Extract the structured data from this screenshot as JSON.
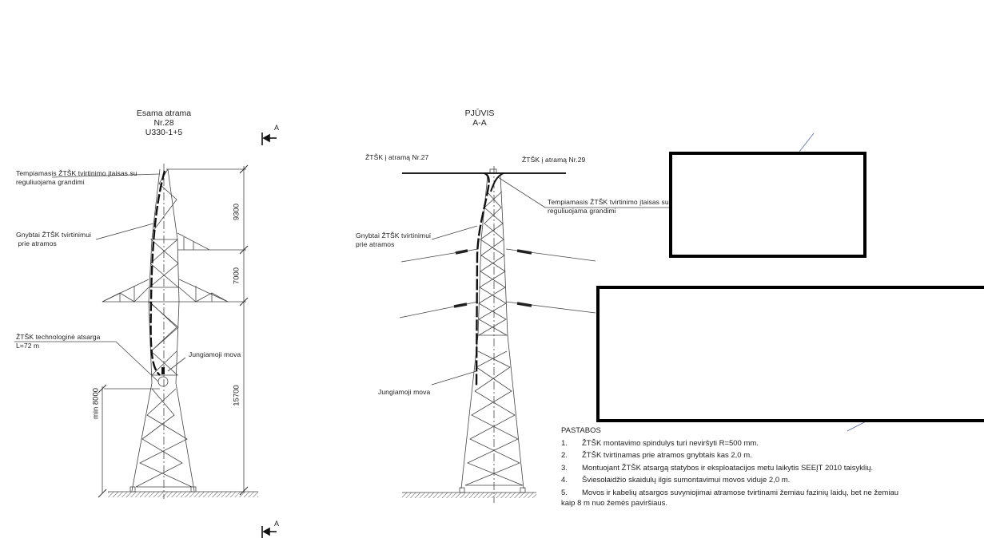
{
  "left_view": {
    "title": [
      "Esama atrama",
      "Nr.28",
      "U330-1+5"
    ],
    "callouts": {
      "tension_device": [
        "Tempiamasis ŽTŠK tvirtinimo įtaisas su",
        "reguliuojama grandimi"
      ],
      "clamps": [
        "Gnybtai ŽTŠK tvirtinimui",
        " prie atramos"
      ],
      "reserve": [
        "ŽTŠK technologinė atsarga",
        "L=72 m"
      ],
      "joint": "Jungiamoji mova"
    },
    "dimensions": {
      "top": "9300",
      "middle": "7000",
      "total": "15700",
      "min_height": "min 8000"
    }
  },
  "section_marker": {
    "label": "A"
  },
  "right_view": {
    "title": [
      "PJŪVIS",
      "A-A"
    ],
    "callouts": {
      "to_27": "ŽTŠK į atramą Nr.27",
      "to_29": "ŽTŠK į atramą Nr.29",
      "tension_device": [
        "Tempiamasis ŽTŠK tvirtinimo įtaisas su",
        "reguliuojama grandimi"
      ],
      "clamps": [
        "Gnybtai ŽTŠK tvirtinimui",
        "prie atramos"
      ],
      "joint": "Jungiamoji mova"
    }
  },
  "notes": {
    "heading": "PASTABOS",
    "items": [
      {
        "num": "1.",
        "text": "ŽTŠK montavimo spindulys turi neviršyti R=500 mm."
      },
      {
        "num": "2.",
        "text": "ŽTŠK tvirtinamas prie atramos gnybtais kas 2,0 m."
      },
      {
        "num": "3.",
        "text": "Montuojant ŽTŠK atsargą statybos ir eksploatacijos metu laikytis SEEĮT 2010 taisyklių."
      },
      {
        "num": "4.",
        "text": "Šviesolaidžio skaidulų ilgis sumontavimui movos viduje 2,0 m."
      },
      {
        "num": "5.",
        "text": "Movos ir kabelių atsargos suvyniojimai atramose tvirtinami žemiau fazinių laidų, bet ne žemiau"
      }
    ],
    "continuation": "kaip 8 m nuo žemės paviršiaus."
  }
}
